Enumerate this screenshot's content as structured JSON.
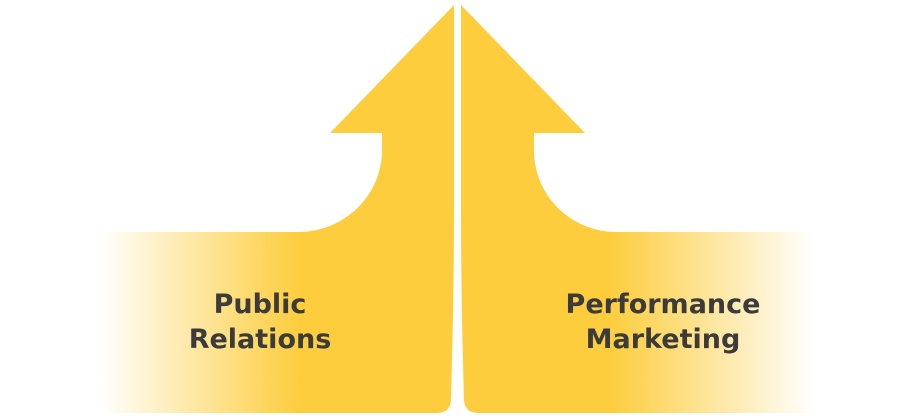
{
  "diagram": {
    "colors": {
      "fill": "#fdcd3d",
      "fade": "#ffffff",
      "text": "#3b3b3b",
      "background": "#ffffff"
    },
    "arrows": [
      {
        "id": "left",
        "direction": "up",
        "label_lines": [
          "Public",
          "Relations"
        ]
      },
      {
        "id": "right",
        "direction": "up",
        "label_lines": [
          "Performance",
          "Marketing"
        ]
      }
    ]
  }
}
